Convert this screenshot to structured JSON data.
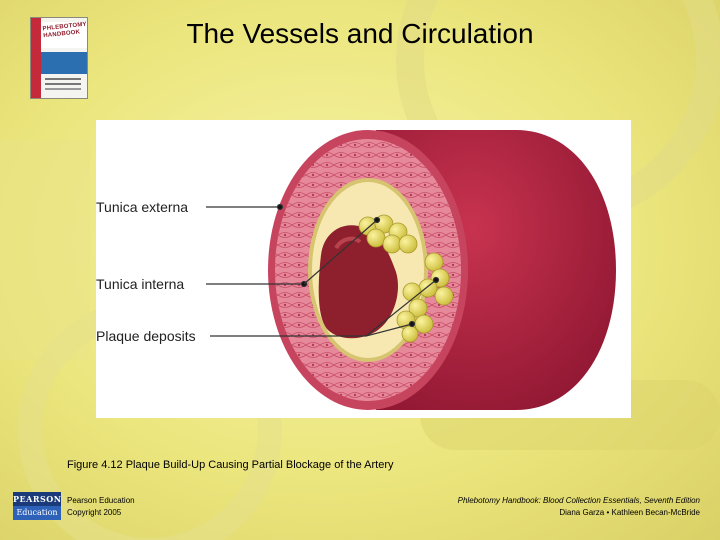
{
  "slide": {
    "title": "The Vessels and Circulation"
  },
  "book_cover": {
    "title_line1": "PHLEBOTOMY",
    "title_line2": "HANDBOOK"
  },
  "figure": {
    "labels": {
      "tunica_externa": "Tunica externa",
      "tunica_interna": "Tunica interna",
      "plaque_deposits": "Plaque deposits"
    },
    "caption": "Figure 4.12 Plaque Build-Up Causing Partial Blockage of the Artery",
    "colors": {
      "vessel_outer": "#a8203e",
      "vessel_wall": "#e07a8e",
      "interna": "#f6e8b0",
      "lumen_blood": "#8e1f2c",
      "plaque": "#e3d65a"
    }
  },
  "footer": {
    "publisher_logo_top": "PEARSON",
    "publisher_logo_bottom": "Education",
    "left_line1": "Pearson Education",
    "left_line2": "Copyright 2005",
    "right_line1": "Phlebotomy Handbook: Blood Collection Essentials, Seventh Edition",
    "right_line2": "Diana Garza • Kathleen Becan-McBride"
  }
}
